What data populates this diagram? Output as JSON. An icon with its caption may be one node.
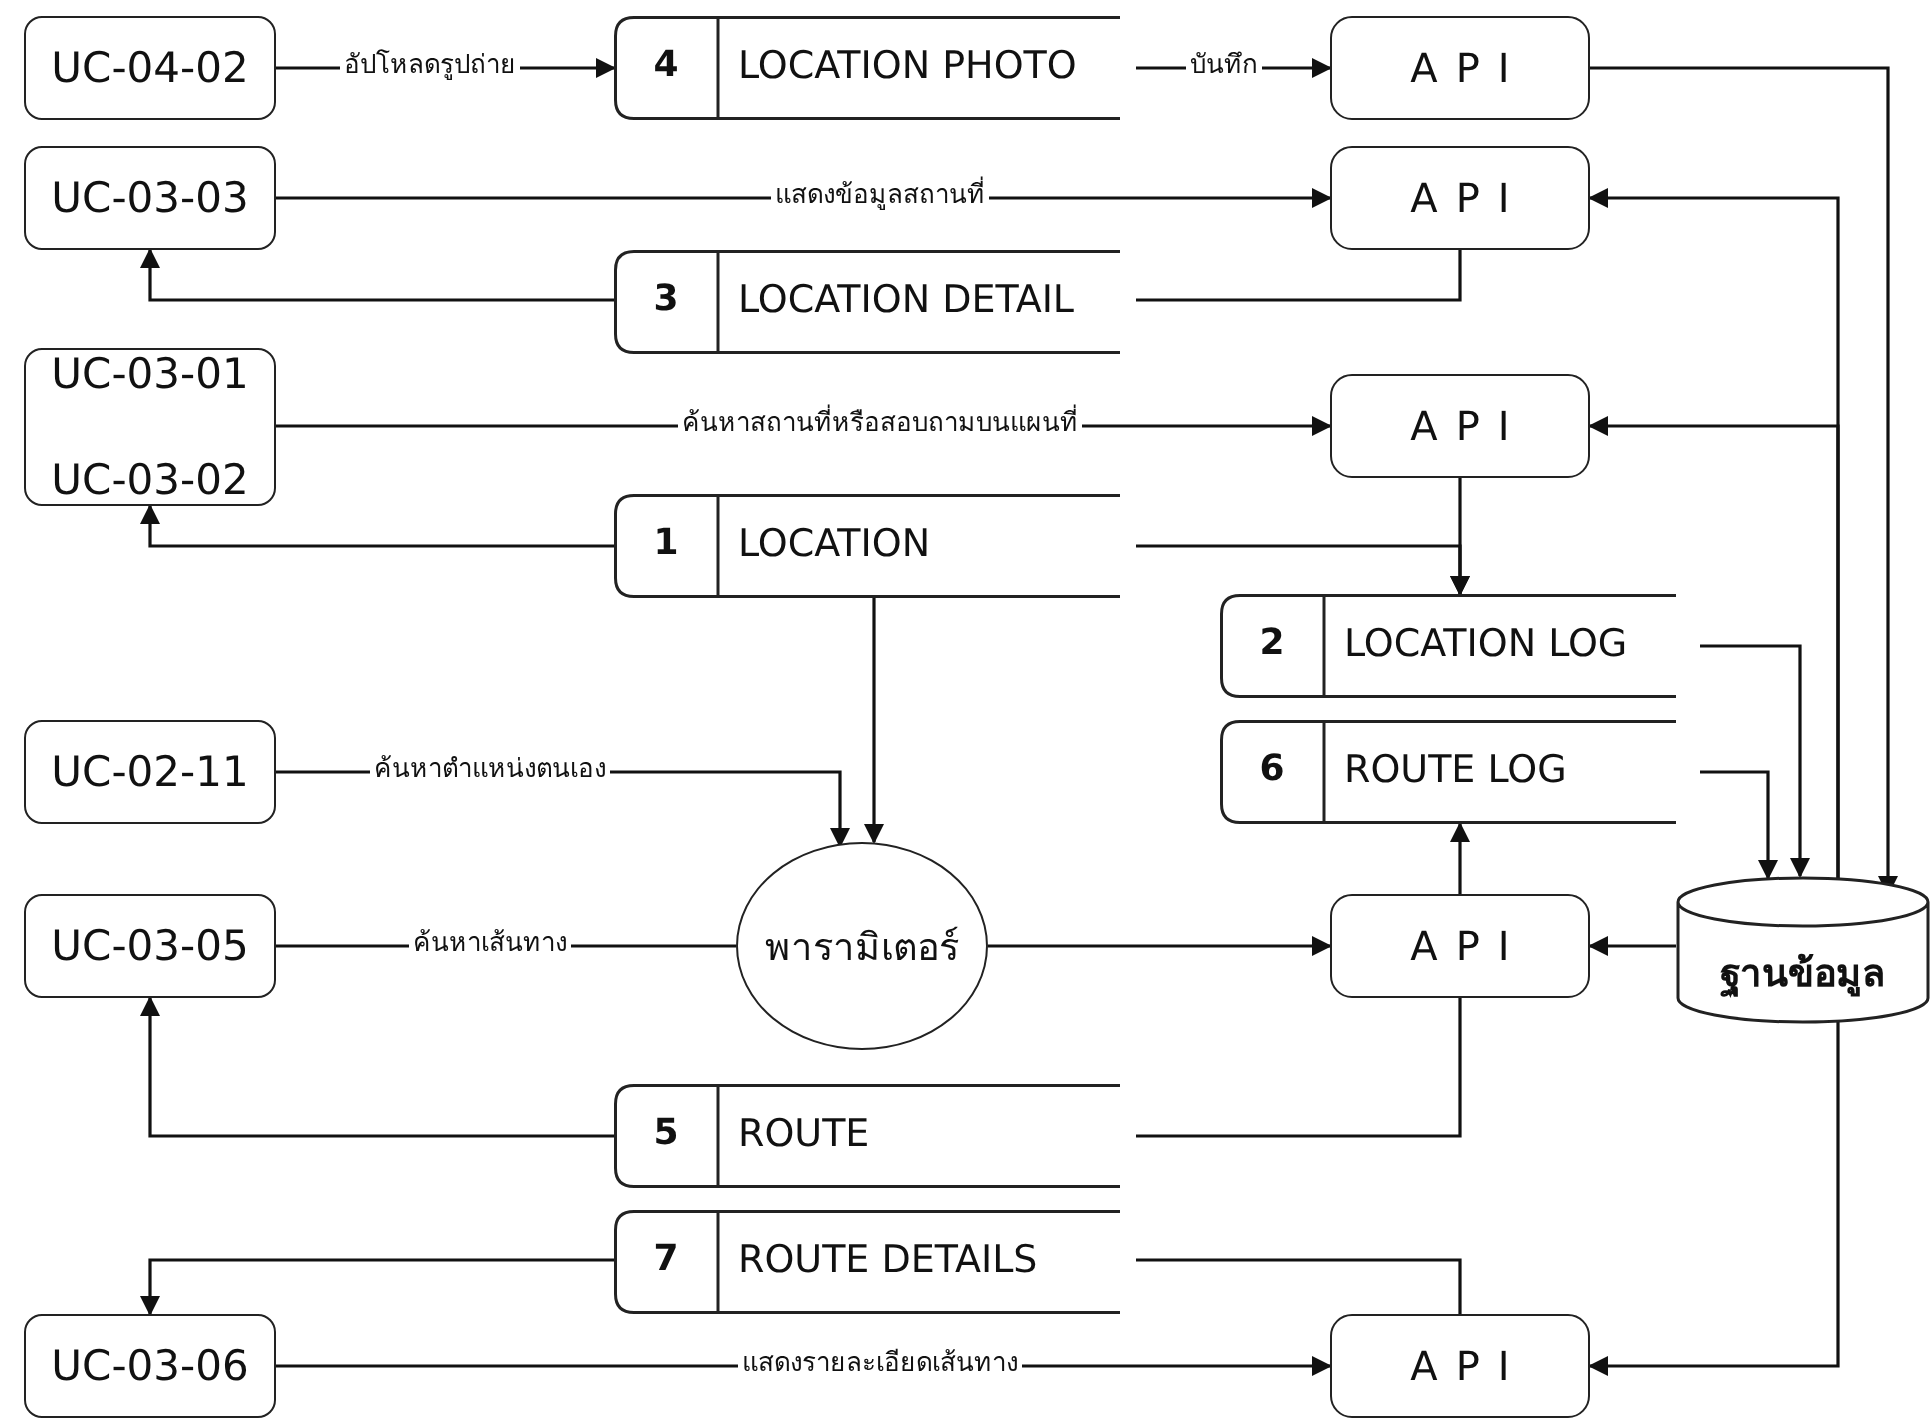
{
  "diagram": {
    "nodes": [
      {
        "text": [
          "UC-04-02"
        ]
      },
      {
        "text": [
          "4",
          "LOCATION PHOTO"
        ]
      },
      {
        "text": [
          "API"
        ]
      },
      {
        "text": [
          "UC-03-03"
        ]
      },
      {
        "text": [
          "API"
        ]
      },
      {
        "text": [
          "3",
          "LOCATION DETAIL"
        ]
      },
      {
        "text": [
          "UC-03-01",
          "UC-03-02"
        ]
      },
      {
        "text": [
          "API"
        ]
      },
      {
        "text": [
          "1",
          "LOCATION"
        ]
      },
      {
        "text": [
          "2",
          "LOCATION LOG"
        ]
      },
      {
        "text": [
          "UC-02-11"
        ]
      },
      {
        "text": [
          "6",
          "ROUTE LOG"
        ]
      },
      {
        "text": [
          "UC-03-05"
        ]
      },
      {
        "text": [
          "พารามิเตอร์"
        ]
      },
      {
        "text": [
          "API"
        ]
      },
      {
        "text": [
          "ฐานข้อมูล"
        ]
      },
      {
        "text": [
          "5",
          "ROUTE"
        ]
      },
      {
        "text": [
          "7",
          "ROUTE DETAILS"
        ]
      },
      {
        "text": [
          "UC-03-06"
        ]
      },
      {
        "text": [
          "API"
        ]
      }
    ],
    "edges": [
      {
        "from": 0,
        "to": 1,
        "arrow": "to",
        "label": "อัปโหลดรูปถ่าย"
      },
      {
        "from": 1,
        "to": 2,
        "arrow": "to",
        "label": "บันทึก"
      },
      {
        "from": 2,
        "to": 15,
        "arrow": "to"
      },
      {
        "from": 3,
        "to": 4,
        "arrow": "to",
        "label": "แสดงข้อมูลสถานที่"
      },
      {
        "from": 15,
        "to": 4,
        "arrow": "to"
      },
      {
        "from": 4,
        "to": 5,
        "arrow": "none"
      },
      {
        "from": 5,
        "to": 3,
        "arrow": "to"
      },
      {
        "from": 6,
        "to": 7,
        "arrow": "to",
        "label": "ค้นหาสถานที่หรือสอบถามบนแผนที่"
      },
      {
        "from": 15,
        "to": 7,
        "arrow": "to"
      },
      {
        "from": 7,
        "to": 9,
        "arrow": "to"
      },
      {
        "from": 8,
        "to": 9,
        "arrow": "to"
      },
      {
        "from": 8,
        "to": 6,
        "arrow": "to"
      },
      {
        "from": 8,
        "to": 13,
        "arrow": "to"
      },
      {
        "from": 10,
        "to": 13,
        "arrow": "to",
        "label": "ค้นหาตำแหน่งตนเอง"
      },
      {
        "from": 9,
        "to": 15,
        "arrow": "to"
      },
      {
        "from": 11,
        "to": 15,
        "arrow": "to"
      },
      {
        "from": 12,
        "to": 13,
        "arrow": "none",
        "label": "ค้นหาเส้นทาง"
      },
      {
        "from": 13,
        "to": 14,
        "arrow": "to"
      },
      {
        "from": 15,
        "to": 14,
        "arrow": "to"
      },
      {
        "from": 14,
        "to": 11,
        "arrow": "to"
      },
      {
        "from": 14,
        "to": 16,
        "arrow": "none"
      },
      {
        "from": 16,
        "to": 12,
        "arrow": "to"
      },
      {
        "from": 15,
        "to": 19,
        "arrow": "to"
      },
      {
        "from": 18,
        "to": 19,
        "arrow": "to",
        "label": "แสดงรายละเอียดเส้นทาง"
      },
      {
        "from": 19,
        "to": 17,
        "arrow": "none"
      },
      {
        "from": 17,
        "to": 18,
        "arrow": "to"
      }
    ]
  }
}
